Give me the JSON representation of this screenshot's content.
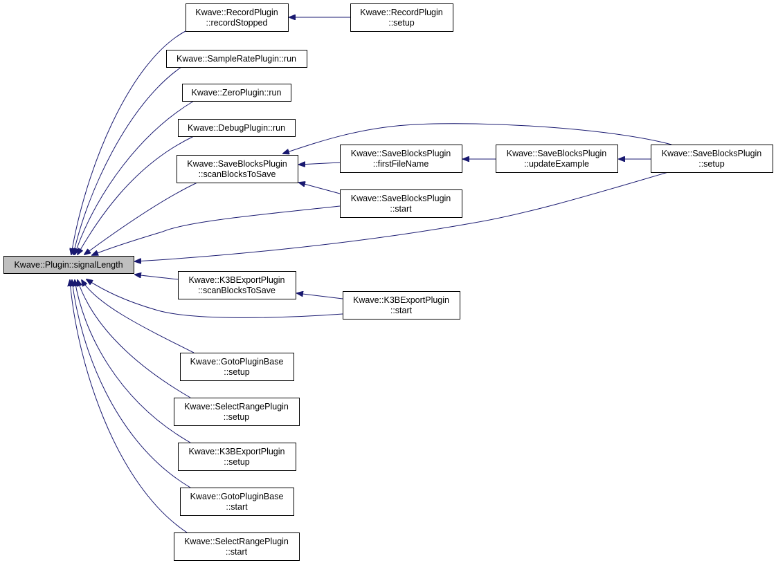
{
  "nodes": {
    "root": {
      "lines": [
        "Kwave::Plugin::signalLength"
      ]
    },
    "record_stopped": {
      "lines": [
        "Kwave::RecordPlugin",
        "::recordStopped"
      ]
    },
    "record_setup": {
      "lines": [
        "Kwave::RecordPlugin",
        "::setup"
      ]
    },
    "samplerate_run": {
      "lines": [
        "Kwave::SampleRatePlugin::run"
      ]
    },
    "zero_run": {
      "lines": [
        "Kwave::ZeroPlugin::run"
      ]
    },
    "debug_run": {
      "lines": [
        "Kwave::DebugPlugin::run"
      ]
    },
    "saveblocks_scan": {
      "lines": [
        "Kwave::SaveBlocksPlugin",
        "::scanBlocksToSave"
      ]
    },
    "saveblocks_firstfile": {
      "lines": [
        "Kwave::SaveBlocksPlugin",
        "::firstFileName"
      ]
    },
    "saveblocks_update": {
      "lines": [
        "Kwave::SaveBlocksPlugin",
        "::updateExample"
      ]
    },
    "saveblocks_setup": {
      "lines": [
        "Kwave::SaveBlocksPlugin",
        "::setup"
      ]
    },
    "saveblocks_start": {
      "lines": [
        "Kwave::SaveBlocksPlugin",
        "::start"
      ]
    },
    "k3b_scan": {
      "lines": [
        "Kwave::K3BExportPlugin",
        "::scanBlocksToSave"
      ]
    },
    "k3b_start": {
      "lines": [
        "Kwave::K3BExportPlugin",
        "::start"
      ]
    },
    "goto_setup": {
      "lines": [
        "Kwave::GotoPluginBase",
        "::setup"
      ]
    },
    "selectrange_setup": {
      "lines": [
        "Kwave::SelectRangePlugin",
        "::setup"
      ]
    },
    "k3b_setup": {
      "lines": [
        "Kwave::K3BExportPlugin",
        "::setup"
      ]
    },
    "goto_start": {
      "lines": [
        "Kwave::GotoPluginBase",
        "::start"
      ]
    },
    "selectrange_start": {
      "lines": [
        "Kwave::SelectRangePlugin",
        "::start"
      ]
    }
  },
  "edges": [
    {
      "from": "record_stopped",
      "to": "root"
    },
    {
      "from": "samplerate_run",
      "to": "root"
    },
    {
      "from": "zero_run",
      "to": "root"
    },
    {
      "from": "debug_run",
      "to": "root"
    },
    {
      "from": "saveblocks_scan",
      "to": "root"
    },
    {
      "from": "saveblocks_start",
      "to": "root"
    },
    {
      "from": "saveblocks_setup",
      "to": "root"
    },
    {
      "from": "k3b_scan",
      "to": "root"
    },
    {
      "from": "k3b_start",
      "to": "root"
    },
    {
      "from": "goto_setup",
      "to": "root"
    },
    {
      "from": "selectrange_setup",
      "to": "root"
    },
    {
      "from": "k3b_setup",
      "to": "root"
    },
    {
      "from": "goto_start",
      "to": "root"
    },
    {
      "from": "selectrange_start",
      "to": "root"
    },
    {
      "from": "record_setup",
      "to": "record_stopped"
    },
    {
      "from": "saveblocks_firstfile",
      "to": "saveblocks_scan"
    },
    {
      "from": "saveblocks_start",
      "to": "saveblocks_scan"
    },
    {
      "from": "saveblocks_setup",
      "to": "saveblocks_scan"
    },
    {
      "from": "saveblocks_update",
      "to": "saveblocks_firstfile"
    },
    {
      "from": "saveblocks_setup",
      "to": "saveblocks_update"
    },
    {
      "from": "k3b_start",
      "to": "k3b_scan"
    }
  ],
  "colors": {
    "edge": "#191970",
    "root_fill": "#bfbfbf",
    "node_fill": "#ffffff",
    "border": "#000000"
  }
}
